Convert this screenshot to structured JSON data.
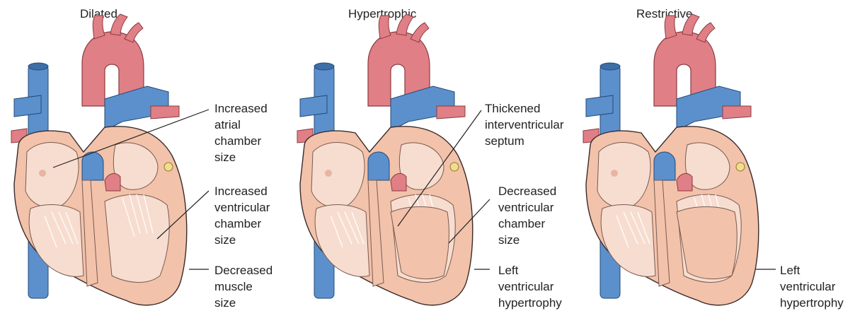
{
  "panels": [
    {
      "title": "Dilated",
      "labels": [
        {
          "text": "Increased\natrial\nchamber\nsize"
        },
        {
          "text": "Increased\nventricular\nchamber\nsize"
        },
        {
          "text": "Decreased\nmuscle\nsize"
        }
      ]
    },
    {
      "title": "Hypertrophic",
      "labels": [
        {
          "text": "Thickened\ninterventricular\nseptum"
        },
        {
          "text": "Decreased\nventricular\nchamber\nsize"
        },
        {
          "text": "Left\nventricular\nhypertrophy"
        }
      ]
    },
    {
      "title": "Restrictive",
      "labels": [
        {
          "text": "Left\nventricular\nhypertrophy"
        }
      ]
    }
  ],
  "colors": {
    "artery": "#e07f86",
    "vein": "#5b90cc",
    "muscle": "#f2c2aa",
    "chamber": "#f7ddd0",
    "valve_fiber": "#ffffff",
    "outline": "#3a2a2a"
  }
}
